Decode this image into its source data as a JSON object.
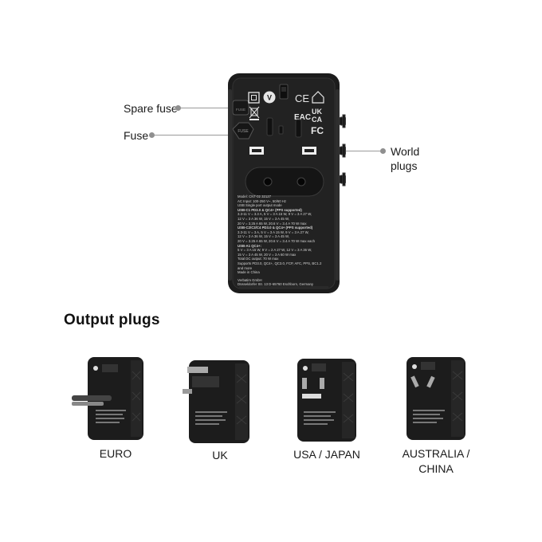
{
  "callouts": {
    "spare_fuse": "Spare fuse",
    "fuse": "Fuse",
    "world_plugs_line1": "World",
    "world_plugs_line2": "plugs"
  },
  "device": {
    "fuse_label": "FUSE",
    "spare_fuse_label": "FUSE",
    "logo_letter": "V",
    "marks": {
      "ce": "CE",
      "eac": "EAC",
      "ukca_1": "UK",
      "ukca_2": "CA",
      "fc": "FC"
    },
    "spec_lines": [
      "Model: CNT-02 32127",
      "AC Input: 100-250 V~, 50/60 Hz",
      "USB Single port output mode",
      "USB-C1 PD3.0 & QC4+ (PPS supported)",
      "3.3-11 V = 3.3 A, 5 V = 3 A 15 W, 9 V = 3 A 27 W,",
      "12 V = 3 A 36 W, 15 V = 3 A 45 W,",
      "20 V = 3.25 A 65 W, 20.6 V = 3.4 A 70 W max",
      "USB-C2/C3/C4 PD3.0 & QC4+ (PPS supported)",
      "3.3-11 V = 3 A, 5 V = 3 A 15 W, 9 V = 3 A 27 W,",
      "12 V = 3 A 36 W, 15 V = 3 A 45 W,",
      "20 V = 3.25 A 65 W, 20.6 V = 3.4 A 70 W max each",
      "USB-A1 QC4+:",
      "5 V = 3 A 15 W, 9 V = 2 A 27 W, 12 V = 3 A 36 W,",
      "15 V = 3 A 45 W, 20 V = 3 A 60 W max",
      "Total DC output: 70 W max",
      "Supports PD3.0, QC4+, QC3.0, FCP, AFC, PPS, BC1.2",
      "and more",
      "Made in China",
      "",
      "Verbatim GmbH",
      "Düsseldorfer Str. 13 D-65760 Eschborn, Germany"
    ]
  },
  "section": {
    "title": "Output plugs"
  },
  "plugs": [
    {
      "line1": "EURO",
      "line2": ""
    },
    {
      "line1": "UK",
      "line2": ""
    },
    {
      "line1": "USA / JAPAN",
      "line2": ""
    },
    {
      "line1": "AUSTRALIA /",
      "line2": "CHINA"
    }
  ],
  "colors": {
    "body": "#1c1c1c",
    "body_edge": "#2e2e2e",
    "callout": "#9a9a9a",
    "text": "#1a1a1a"
  }
}
